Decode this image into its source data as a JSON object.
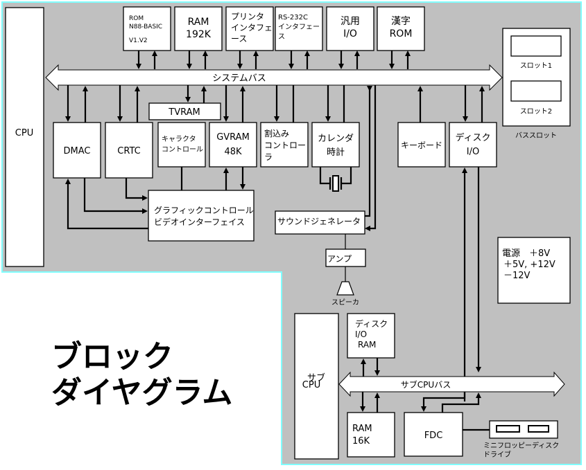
{
  "title": {
    "line1": "ブロック",
    "line2": "ダイヤグラム"
  },
  "cpu": "CPU",
  "system_bus": "システムバス",
  "top_modules": [
    {
      "id": "rom",
      "lines": [
        "ROM",
        "N88-BASIC",
        "",
        "V1.V2"
      ]
    },
    {
      "id": "ram",
      "lines": [
        "RAM",
        "192K"
      ]
    },
    {
      "id": "printer",
      "lines": [
        "プリンタ",
        "インタフェ",
        "ース"
      ]
    },
    {
      "id": "rs232c",
      "lines": [
        "RS-232C",
        "インタフェー",
        "ス"
      ]
    },
    {
      "id": "general-io",
      "lines": [
        "汎用",
        "I/O"
      ]
    },
    {
      "id": "kanji-rom",
      "lines": [
        "漢字",
        "ROM"
      ]
    }
  ],
  "bus_slot": {
    "slot1": "スロット1",
    "slot2": "スロット2",
    "label": "バススロット"
  },
  "tvram": "TVRAM",
  "dmac": "DMAC",
  "crtc": "CRTC",
  "char_control": [
    "キャラクタ",
    "コントロール"
  ],
  "gvram": [
    "GVRAM",
    "48K"
  ],
  "interrupt": [
    "割込み",
    "コントロー",
    "ラ"
  ],
  "calendar": [
    "カレンダ",
    "時計"
  ],
  "keyboard": "キーボード",
  "disk_io": [
    "ディスク",
    "I/O"
  ],
  "graphic_control": [
    "グラフィックコントロール",
    "ビデオインターフェイス"
  ],
  "sound_generator": "サウンドジェネレータ",
  "amp": "アンプ",
  "speaker": "スピーカ",
  "power": [
    "電源　＋8V",
    "＋5V, +12V",
    "－12V"
  ],
  "sub_cpu": [
    "サブ",
    "CPU"
  ],
  "disk_io_ram": [
    "ディスク",
    "I/O",
    "RAM"
  ],
  "sub_cpu_bus": "サブCPUバス",
  "ram16k": [
    "RAM",
    "16K"
  ],
  "fdc": "FDC",
  "floppy": [
    "ミニフロッピーディスク",
    "ドライブ"
  ],
  "colors": {
    "panel": "#c0c0c0",
    "border": "#80ffff",
    "box": "#ffffff",
    "line": "#000000"
  }
}
